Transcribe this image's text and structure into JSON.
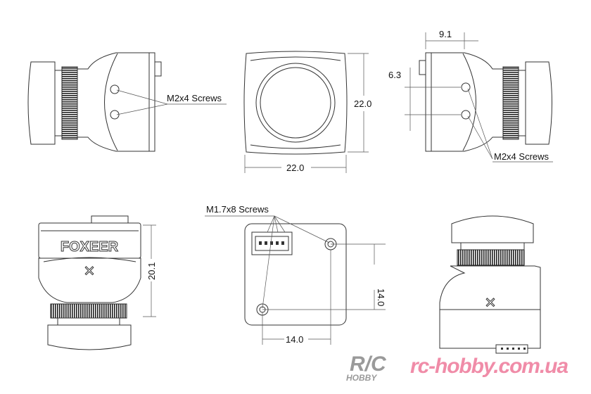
{
  "labels": {
    "side_left_screws": "M2x4 Screws",
    "side_right_screws": "M2x4 Screws",
    "back_screws": "M1.7x8 Screws",
    "brand": "FOXEER"
  },
  "dimensions": {
    "front_height": "22.0",
    "front_width": "22.0",
    "side_depth": "9.1",
    "screw_spacing": "6.3",
    "body_height": "20.1",
    "back_hole_vertical": "14.0",
    "back_hole_horizontal": "14.0"
  },
  "watermark": {
    "logo_top": "R/C",
    "logo_bottom": "HOBBY",
    "url": "rc-hobby.com.ua",
    "url_color": "#f08ca8",
    "logo_color": "#9a9a9a"
  }
}
